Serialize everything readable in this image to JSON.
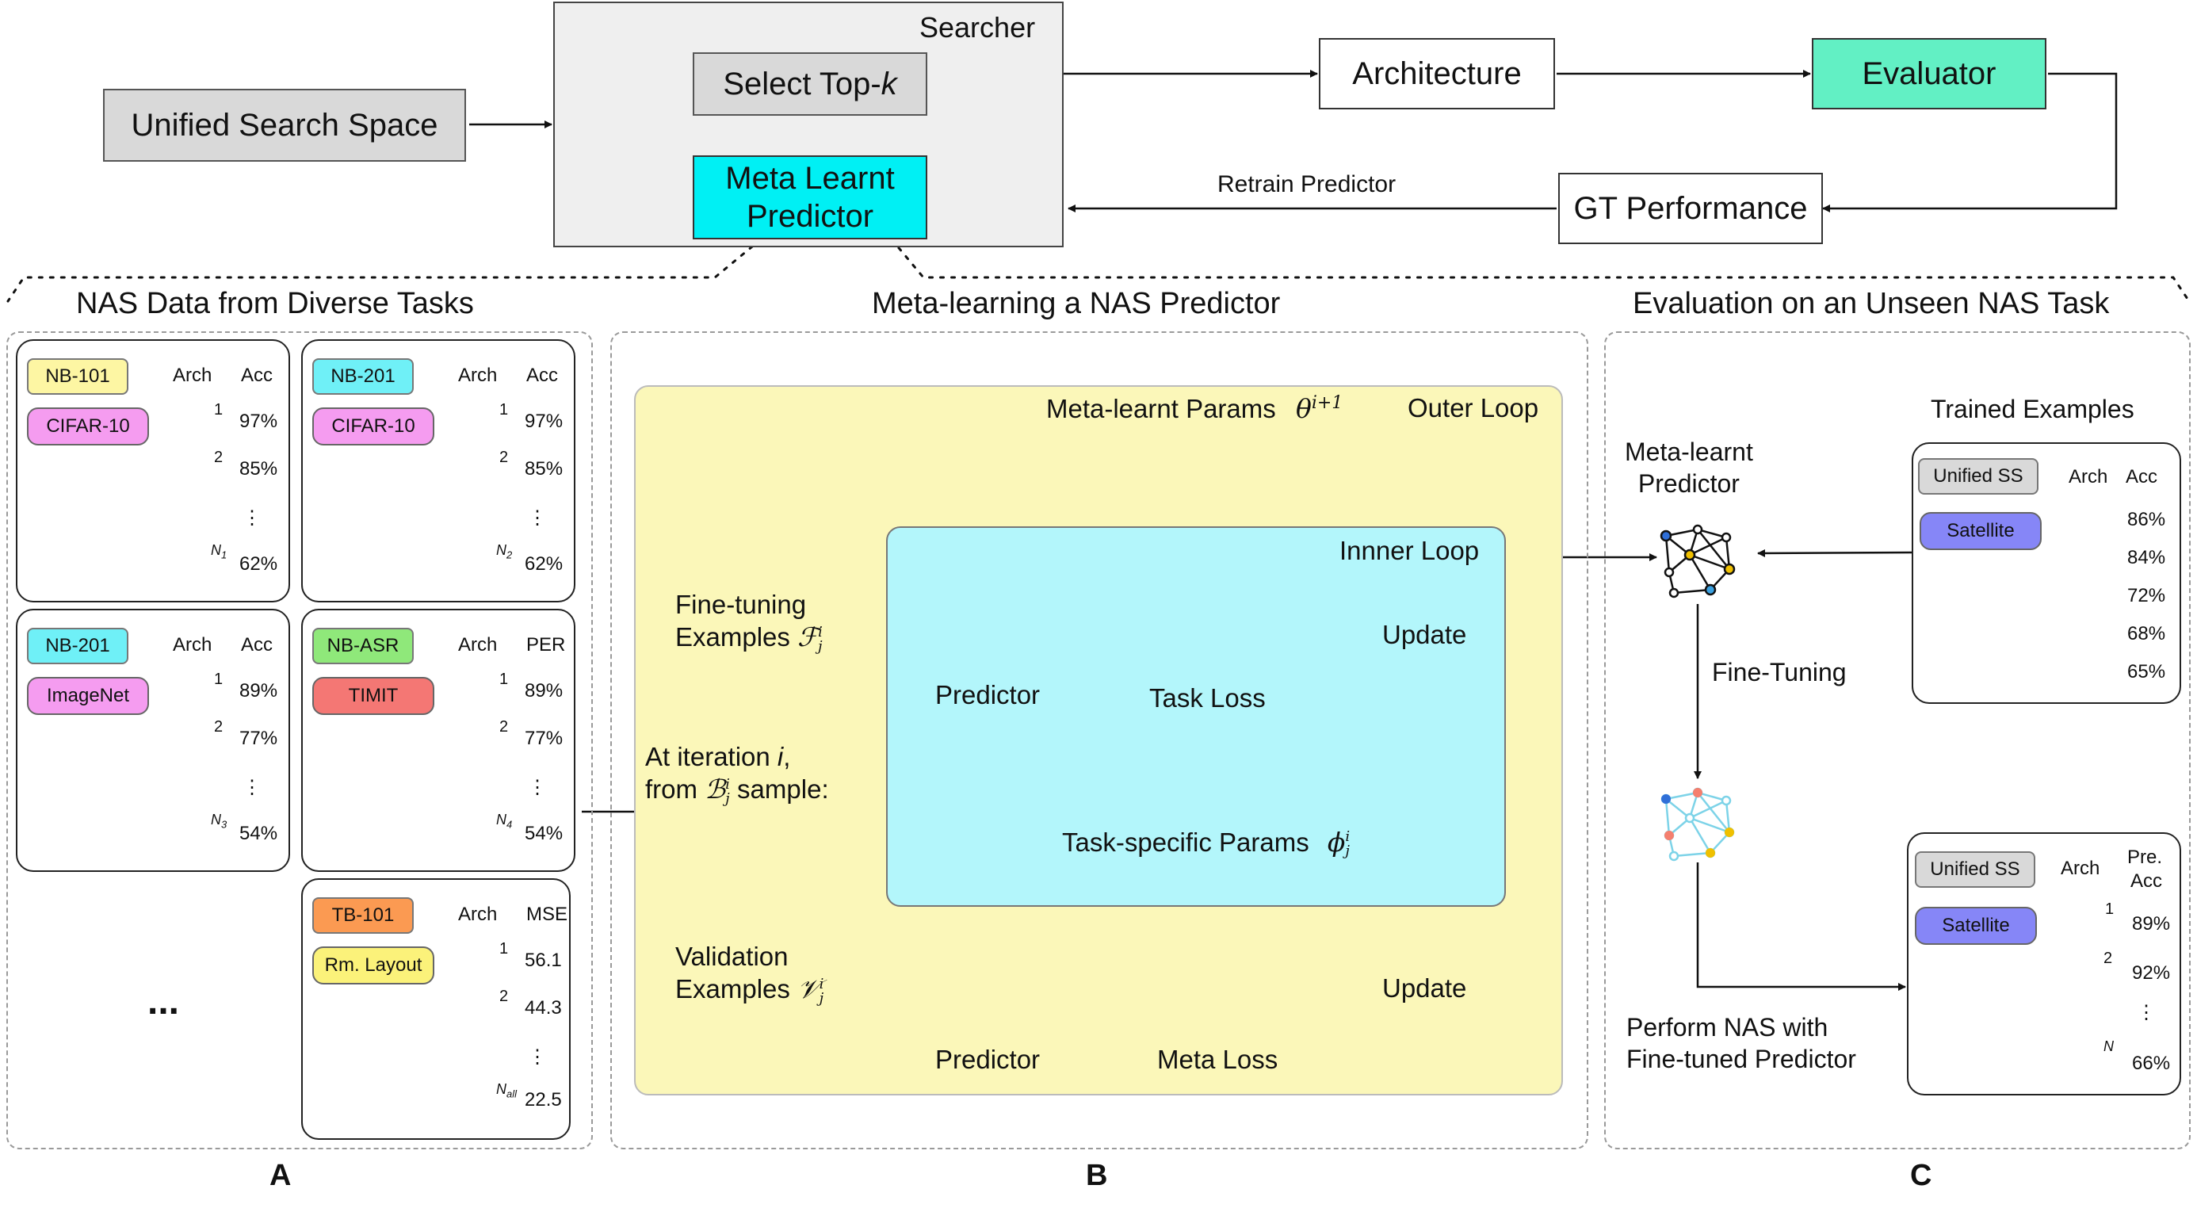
{
  "top": {
    "unified_search_space": "Unified Search Space",
    "searcher": "Searcher",
    "select_topk": "Select Top-",
    "select_topk_k": "k",
    "meta_predictor": "Meta Learnt Predictor",
    "architecture": "Architecture",
    "evaluator": "Evaluator",
    "gt_performance": "GT Performance",
    "retrain_predictor": "Retrain Predictor"
  },
  "sections": {
    "a_title": "NAS Data from Diverse Tasks",
    "b_title": "Meta-learning a NAS Predictor",
    "c_title": "Evaluation on an Unseen NAS Task",
    "a_letter": "A",
    "b_letter": "B",
    "c_letter": "C"
  },
  "panelA": {
    "cards": [
      {
        "bench": "NB-101",
        "dataset": "CIFAR-10",
        "col1": "Arch",
        "col2": "Acc",
        "i1": "1",
        "v1": "97%",
        "i2": "2",
        "v2": "85%",
        "dots": "⋮",
        "in": "N",
        "in_sub": "1",
        "vn": "62%"
      },
      {
        "bench": "NB-201",
        "dataset": "CIFAR-10",
        "col1": "Arch",
        "col2": "Acc",
        "i1": "1",
        "v1": "97%",
        "i2": "2",
        "v2": "85%",
        "dots": "⋮",
        "in": "N",
        "in_sub": "2",
        "vn": "62%"
      },
      {
        "bench": "NB-201",
        "dataset": "ImageNet",
        "col1": "Arch",
        "col2": "Acc",
        "i1": "1",
        "v1": "89%",
        "i2": "2",
        "v2": "77%",
        "dots": "⋮",
        "in": "N",
        "in_sub": "3",
        "vn": "54%"
      },
      {
        "bench": "NB-ASR",
        "dataset": "TIMIT",
        "col1": "Arch",
        "col2": "PER",
        "i1": "1",
        "v1": "89%",
        "i2": "2",
        "v2": "77%",
        "dots": "⋮",
        "in": "N",
        "in_sub": "4",
        "vn": "54%"
      },
      {
        "bench": "TB-101",
        "dataset": "Rm. Layout",
        "col1": "Arch",
        "col2": "MSE",
        "i1": "1",
        "v1": "56.1",
        "i2": "2",
        "v2": "44.3",
        "dots": "⋮",
        "in": "N",
        "in_sub": "all",
        "vn": "22.5"
      }
    ],
    "ellipsis": "..."
  },
  "panelB": {
    "outer_loop": "Outer Loop",
    "inner_loop": "Innner Loop",
    "meta_params": "Meta-learnt Params",
    "meta_params_sym": "θ",
    "meta_params_sup": "i+1",
    "finetune_1": "Fine-tuning",
    "finetune_2": "Examples",
    "finetune_sym": "ℱ",
    "finetune_sup": "i",
    "finetune_sub": "j",
    "validation_1": "Validation",
    "validation_2": "Examples",
    "validation_sym": "𝒱",
    "validation_sup": "i",
    "validation_sub": "j",
    "iter_1a": "At iteration ",
    "iter_1b": "i",
    "iter_1c": ",",
    "iter_2a": "from ",
    "iter_2sym": "ℬ",
    "iter_2sup": "i",
    "iter_2sub": "j",
    "iter_2b": " sample:",
    "predictor": "Predictor",
    "task_loss": "Task Loss",
    "meta_loss": "Meta Loss",
    "update": "Update",
    "task_params": "Task-specific Params",
    "task_params_sym": "ϕ",
    "task_params_sup": "i",
    "task_params_sub": "j"
  },
  "panelC": {
    "trained_examples": "Trained Examples",
    "meta_predictor_1": "Meta-learnt",
    "meta_predictor_2": "Predictor",
    "fine_tuning": "Fine-Tuning",
    "perform_1": "Perform NAS with",
    "perform_2": "Fine-tuned Predictor",
    "card1": {
      "ss": "Unified SS",
      "dataset": "Satellite",
      "col1": "Arch",
      "col2": "Acc",
      "values": [
        "86%",
        "84%",
        "72%",
        "68%",
        "65%"
      ]
    },
    "card2": {
      "ss": "Unified SS",
      "dataset": "Satellite",
      "col1": "Arch",
      "col2a": "Pre.",
      "col2b": "Acc",
      "i1": "1",
      "v1": "89%",
      "i2": "2",
      "v2": "92%",
      "dots": "⋮",
      "in": "N",
      "vn": "66%"
    }
  },
  "colors": {
    "gray_box": "#d9d9d9",
    "cyan": "#00f0f4",
    "green_eval": "#62f0c4",
    "outer": "#fbf7b9",
    "inner": "#b3f6fb",
    "tag_yellow": "#fdf6a3",
    "tag_cyan": "#6ff0f7",
    "tag_green": "#8fe87a",
    "tag_orange": "#fb9a52",
    "cyl_pink": "#f59cf0",
    "cyl_red": "#f47774",
    "cyl_yellow": "#fbf27a",
    "cyl_blue": "#8686f7"
  }
}
